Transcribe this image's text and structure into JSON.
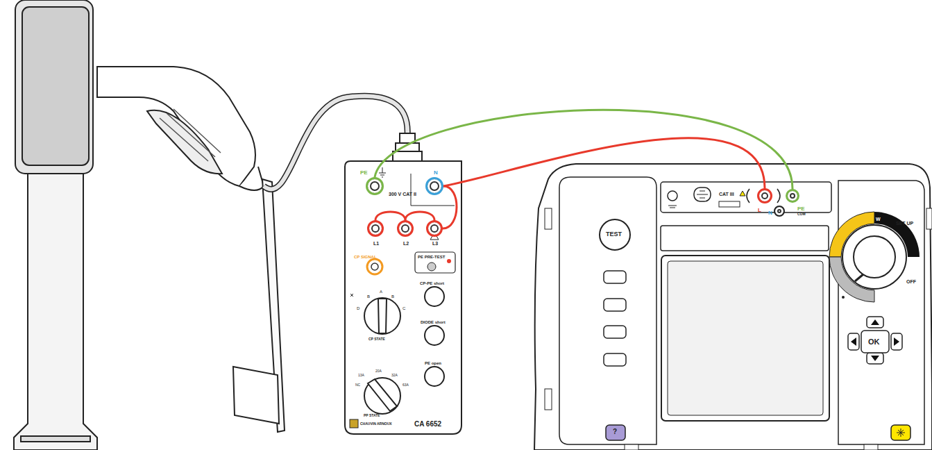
{
  "diagram": {
    "nodes": [
      {
        "text": [
          "CA 6652"
        ]
      },
      {
        "text": [
          "PE"
        ],
        "in": 0
      },
      {
        "text": [
          "N"
        ],
        "in": 0
      },
      {
        "text": [
          "L1"
        ],
        "in": 0
      },
      {
        "text": [
          "L2"
        ],
        "in": 0
      },
      {
        "text": [
          "L3"
        ],
        "in": 0
      },
      {
        "text": [
          "L"
        ]
      },
      {
        "text": [
          "N"
        ]
      },
      {
        "text": [
          "PE",
          "COM"
        ]
      }
    ],
    "edges": [
      {
        "from": 3,
        "to": 4,
        "arrow": "none"
      },
      {
        "from": 4,
        "to": 5,
        "arrow": "none"
      },
      {
        "from": 5,
        "to": 2,
        "arrow": "none"
      },
      {
        "from": 2,
        "to": 6,
        "arrow": "none"
      },
      {
        "from": 1,
        "to": 8,
        "arrow": "none"
      }
    ],
    "labels": [
      "300 V CAT II",
      "CP SIGNAL",
      "PE PRE-TEST",
      "D",
      "B",
      "A",
      "B",
      "C",
      "CP STATE",
      "CP-PE short",
      "DIODE short",
      "PE open",
      "NC",
      "13A",
      "20A",
      "32A",
      "63A",
      "PP STATE",
      "CHAUVIN ARNOUX",
      "CAT III",
      "TEST",
      "SET UP",
      "OFF",
      "W",
      "OK",
      "?"
    ]
  }
}
